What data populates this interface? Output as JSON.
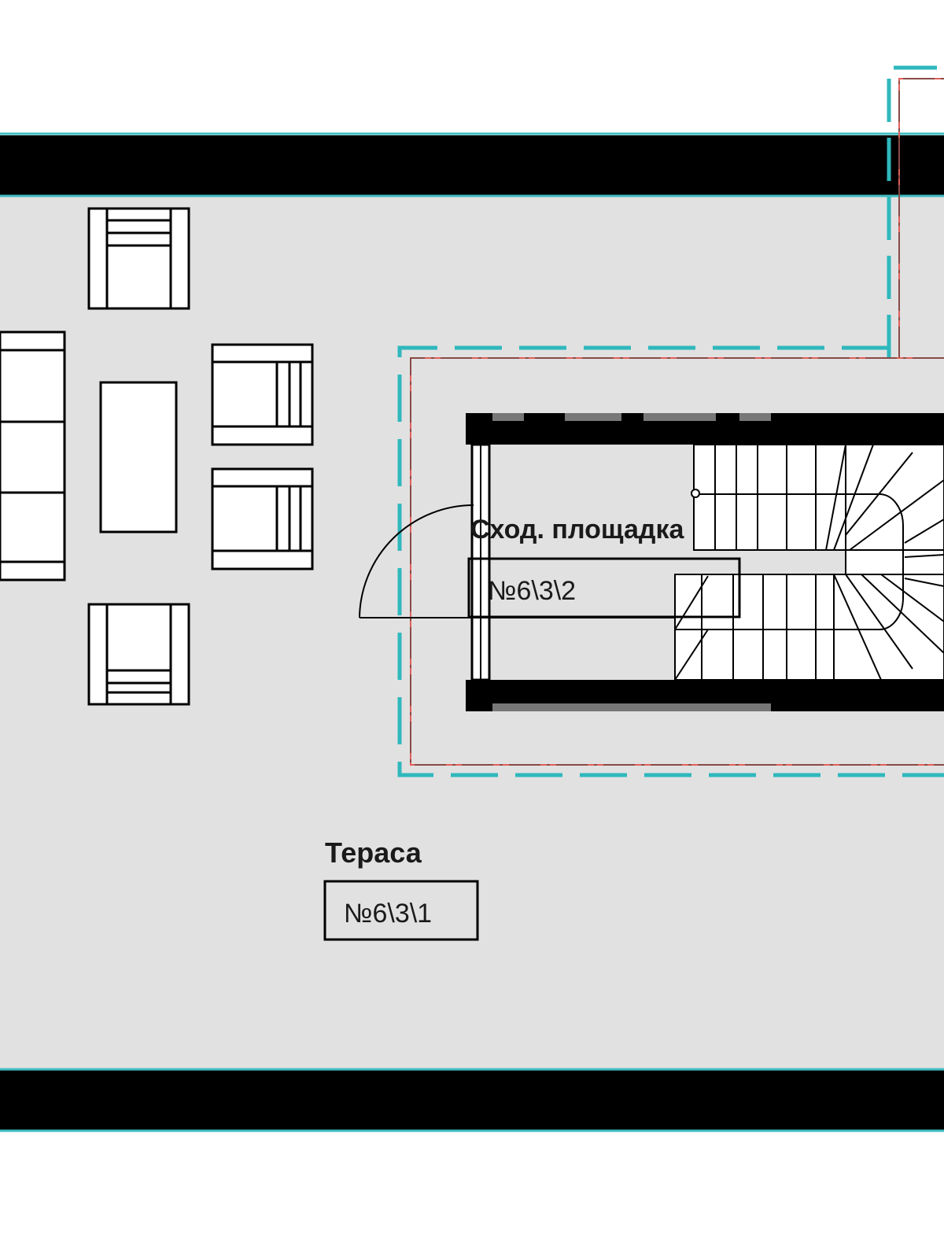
{
  "rooms": {
    "terrace": {
      "name": "Тераса",
      "id": "№6\\3\\1"
    },
    "landing": {
      "name": "Сход. площадка",
      "id": "№6\\3\\2"
    }
  },
  "colors": {
    "floor": "#e1e1e1",
    "wall": "#000000",
    "outline": "#3fbcc0",
    "dash_cyan": "#2fb8bd",
    "dash_red": "#e0605a",
    "furniture_fill": "#ffffff",
    "stair_fill": "#ffffff"
  },
  "icons": [
    "sofa-icon",
    "armchair-icon",
    "coffee-table-icon",
    "door-swing-icon",
    "spiral-stair-icon"
  ]
}
